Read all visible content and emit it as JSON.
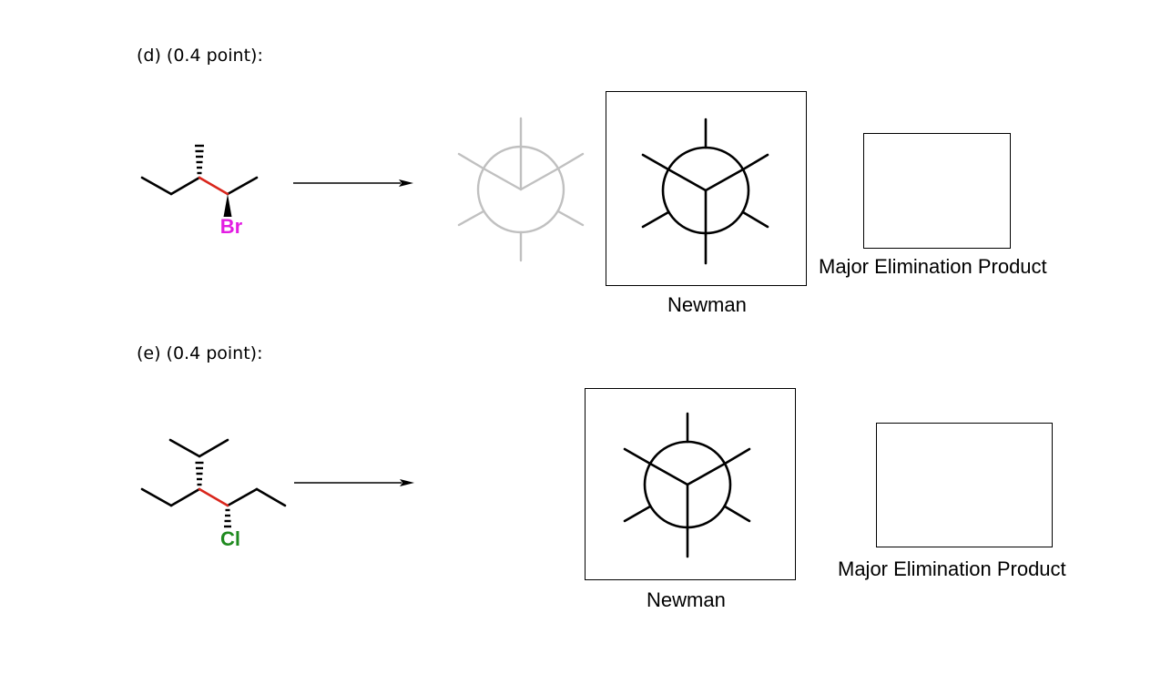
{
  "part_d": {
    "label": "(d) (0.4 point):",
    "leaving_group": "Br",
    "leaving_group_color": "#e31de3",
    "highlight_bond_color": "#d9261c",
    "template_newman_color": "#c0c0c0",
    "newman_caption": "Newman",
    "product_caption": "Major Elimination Product"
  },
  "part_e": {
    "label": "(e) (0.4 point):",
    "leaving_group": "Cl",
    "leaving_group_color": "#1f8a1f",
    "highlight_bond_color": "#d9261c",
    "newman_caption": "Newman",
    "product_caption": "Major Elimination Product"
  }
}
